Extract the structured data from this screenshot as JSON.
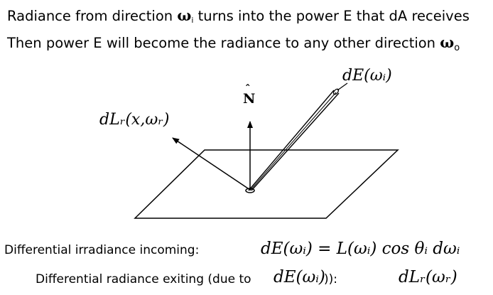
{
  "header": {
    "line1_prefix": "Radiance from direction ",
    "line1_symbol": "ω",
    "line1_subscript": "i",
    "line1_suffix": " turns into the power E that dA receives",
    "line2_prefix": "Then power E will become the radiance to any other direction ",
    "line2_symbol": "ω",
    "line2_subscript": "o"
  },
  "diagram": {
    "incident_label": "dE(ωᵢ)",
    "normal_label": "N",
    "normal_hat": "ˆ",
    "reflected_label": "dLᵣ(x,ωᵣ)"
  },
  "equations": {
    "irradiance_text": "Differential irradiance incoming:",
    "irradiance_equation": "dE(ωᵢ) = L(ωᵢ) cos θᵢ dωᵢ",
    "radiance_text": "Differential radiance exiting (due to",
    "radiance_symbol": "dE(ωᵢ)",
    "radiance_close": ")):",
    "radiance_value": "dLᵣ(ωᵣ)"
  },
  "colors": {
    "ink": "#000000",
    "background": "#ffffff"
  }
}
